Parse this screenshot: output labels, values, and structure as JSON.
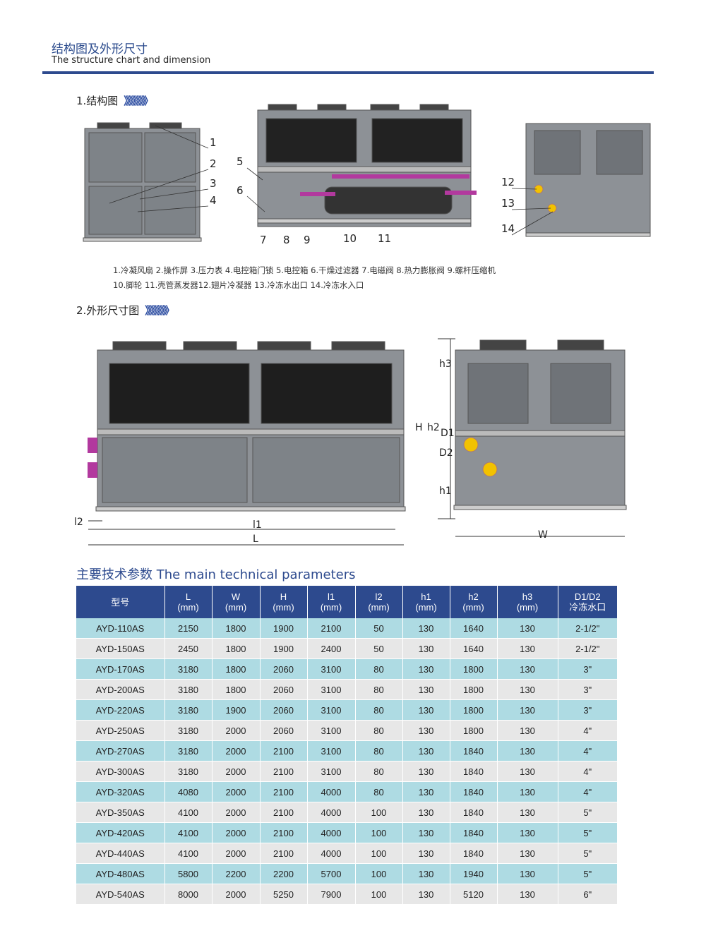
{
  "header": {
    "title_cn": "结构图及外形尺寸",
    "title_en": "The structure  chart and dimension"
  },
  "section1": {
    "title": "1.结构图",
    "chevrons": "》》》》》》》"
  },
  "callouts": [
    "1",
    "2",
    "3",
    "4",
    "5",
    "6",
    "7",
    "8",
    "9",
    "10",
    "11",
    "12",
    "13",
    "14"
  ],
  "legend": {
    "line1": "1.冷凝风扇  2.操作屏  3.压力表 4.电控箱门锁  5.电控箱  6.干燥过滤器 7.电磁阀  8.热力膨胀阀   9.螺杆压缩机",
    "line2": "10.脚轮  11.壳管蒸发器12.翅片冷凝器  13.冷冻水出口 14.冷冻水入口"
  },
  "section2": {
    "title": "2.外形尺寸图",
    "chevrons": "》》》》》》》"
  },
  "dimensions": {
    "L": "L",
    "W": "W",
    "H": "H",
    "h1": "h1",
    "h2": "h2",
    "h3": "h3",
    "D1": "D1",
    "D2": "D2",
    "l1": "l1",
    "l2": "l2"
  },
  "table": {
    "title": "主要技术参数  The main technical parameters",
    "headers": [
      [
        "型号",
        ""
      ],
      [
        "L",
        "(mm)"
      ],
      [
        "W",
        "(mm)"
      ],
      [
        "H",
        "(mm)"
      ],
      [
        "l1",
        "(mm)"
      ],
      [
        "l2",
        "(mm)"
      ],
      [
        "h1",
        "(mm)"
      ],
      [
        "h2",
        "(mm)"
      ],
      [
        "h3",
        "(mm)"
      ],
      [
        "D1/D2",
        "冷冻水口"
      ]
    ],
    "rows": [
      [
        "AYD-110AS",
        "2150",
        "1800",
        "1900",
        "2100",
        "50",
        "130",
        "1640",
        "130",
        "2-1/2\""
      ],
      [
        "AYD-150AS",
        "2450",
        "1800",
        "1900",
        "2400",
        "50",
        "130",
        "1640",
        "130",
        "2-1/2\""
      ],
      [
        "AYD-170AS",
        "3180",
        "1800",
        "2060",
        "3100",
        "80",
        "130",
        "1800",
        "130",
        "3\""
      ],
      [
        "AYD-200AS",
        "3180",
        "1800",
        "2060",
        "3100",
        "80",
        "130",
        "1800",
        "130",
        "3\""
      ],
      [
        "AYD-220AS",
        "3180",
        "1900",
        "2060",
        "3100",
        "80",
        "130",
        "1800",
        "130",
        "3\""
      ],
      [
        "AYD-250AS",
        "3180",
        "2000",
        "2060",
        "3100",
        "80",
        "130",
        "1800",
        "130",
        "4\""
      ],
      [
        "AYD-270AS",
        "3180",
        "2000",
        "2100",
        "3100",
        "80",
        "130",
        "1840",
        "130",
        "4\""
      ],
      [
        "AYD-300AS",
        "3180",
        "2000",
        "2100",
        "3100",
        "80",
        "130",
        "1840",
        "130",
        "4\""
      ],
      [
        "AYD-320AS",
        "4080",
        "2000",
        "2100",
        "4000",
        "80",
        "130",
        "1840",
        "130",
        "4\""
      ],
      [
        "AYD-350AS",
        "4100",
        "2000",
        "2100",
        "4000",
        "100",
        "130",
        "1840",
        "130",
        "5\""
      ],
      [
        "AYD-420AS",
        "4100",
        "2000",
        "2100",
        "4000",
        "100",
        "130",
        "1840",
        "130",
        "5\""
      ],
      [
        "AYD-440AS",
        "4100",
        "2000",
        "2100",
        "4000",
        "100",
        "130",
        "1840",
        "130",
        "5\""
      ],
      [
        "AYD-480AS",
        "5800",
        "2200",
        "2200",
        "5700",
        "100",
        "130",
        "1940",
        "130",
        "5\""
      ],
      [
        "AYD-540AS",
        "8000",
        "2000",
        "5250",
        "7900",
        "100",
        "130",
        "5120",
        "130",
        "6\""
      ]
    ]
  }
}
